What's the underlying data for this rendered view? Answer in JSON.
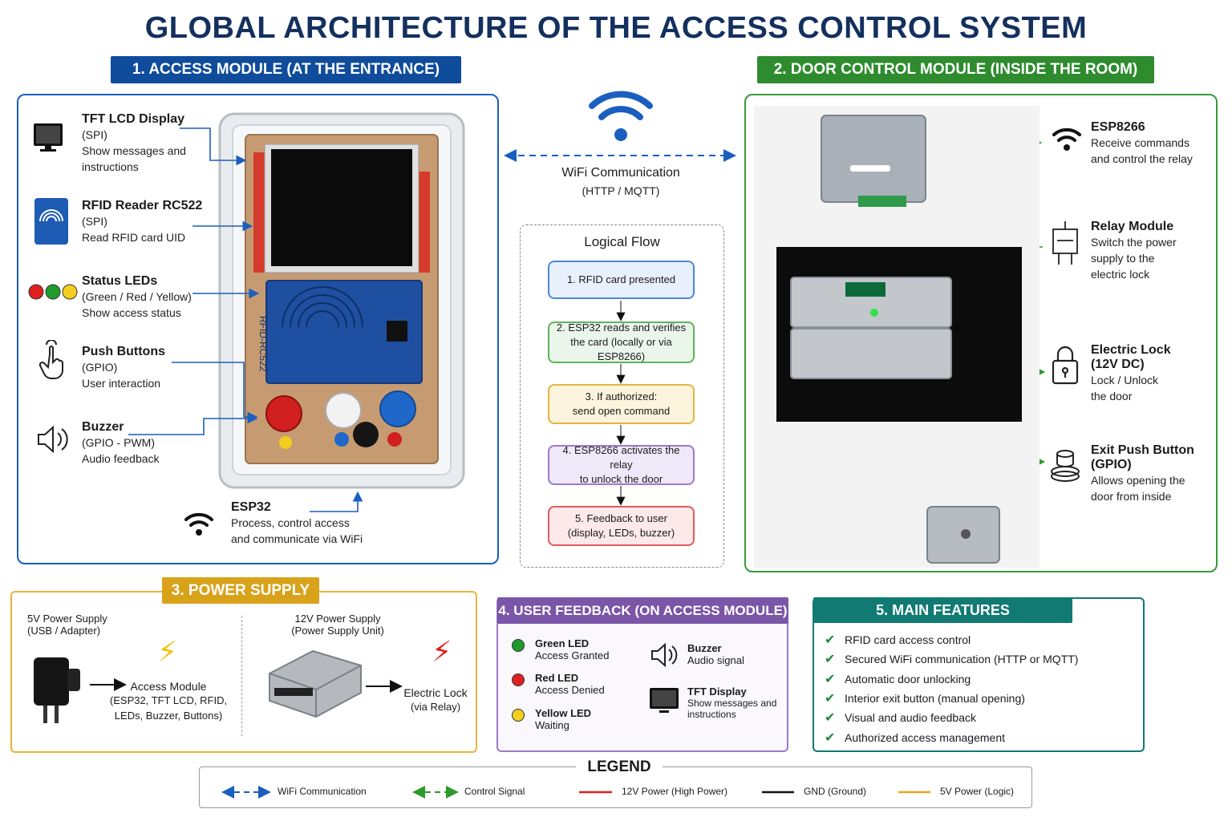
{
  "title": "GLOBAL ARCHITECTURE OF THE ACCESS CONTROL SYSTEM",
  "colors": {
    "blue": "#0f4c9c",
    "green": "#2e8b2e",
    "gold": "#d9a21b",
    "purple": "#7a55a8",
    "teal": "#107a73",
    "navy": "#13305e"
  },
  "access_module": {
    "header": "1. ACCESS MODULE (AT THE ENTRANCE)",
    "components": [
      {
        "icon": "monitor-icon",
        "name": "TFT LCD Display",
        "iface": "(SPI)",
        "desc": "Show messages and",
        "desc2": "instructions"
      },
      {
        "icon": "rfid-card-icon",
        "name": "RFID Reader RC522",
        "iface": "(SPI)",
        "desc": "Read RFID card UID",
        "desc2": ""
      },
      {
        "icon": "status-leds-icon",
        "name": "Status LEDs",
        "iface": "(Green / Red / Yellow)",
        "desc": "Show access status",
        "desc2": ""
      },
      {
        "icon": "push-hand-icon",
        "name": "Push Buttons",
        "iface": "(GPIO)",
        "desc": "User interaction",
        "desc2": ""
      },
      {
        "icon": "speaker-icon",
        "name": "Buzzer",
        "iface": "(GPIO - PWM)",
        "desc": "Audio feedback",
        "desc2": ""
      }
    ],
    "esp32": {
      "name": "ESP32",
      "desc": "Process, control access",
      "desc2": "and communicate via WiFi"
    },
    "rfid_board_label": "RFID-RC522"
  },
  "wifi": {
    "label": "WiFi Communication",
    "sub": "(HTTP / MQTT)"
  },
  "logical_flow": {
    "title": "Logical Flow",
    "steps": [
      {
        "l1": "1. RFID card presented",
        "l2": ""
      },
      {
        "l1": "2. ESP32 reads and verifies",
        "l2": "the card (locally or via ESP8266)"
      },
      {
        "l1": "3. If authorized:",
        "l2": "send open command"
      },
      {
        "l1": "4. ESP8266 activates the relay",
        "l2": "to unlock the door"
      },
      {
        "l1": "5. Feedback to user",
        "l2": "(display, LEDs, buzzer)"
      }
    ]
  },
  "door_module": {
    "header": "2. DOOR CONTROL MODULE (INSIDE THE ROOM)",
    "components": [
      {
        "icon": "wifi-icon",
        "name": "ESP8266",
        "name2": "",
        "desc": "Receive commands",
        "desc2": "and control the relay",
        "desc3": ""
      },
      {
        "icon": "relay-icon",
        "name": "Relay Module",
        "name2": "",
        "desc": "Switch the power",
        "desc2": "supply to the",
        "desc3": "electric lock"
      },
      {
        "icon": "padlock-icon",
        "name": "Electric Lock",
        "name2": "(12V DC)",
        "desc": "Lock / Unlock",
        "desc2": "the door",
        "desc3": ""
      },
      {
        "icon": "exit-button-icon",
        "name": "Exit Push Button",
        "name2": "(GPIO)",
        "desc": "Allows opening the",
        "desc2": "door from inside",
        "desc3": ""
      }
    ]
  },
  "power": {
    "header": "3. POWER SUPPLY",
    "left": {
      "title": "5V Power Supply",
      "sub": "(USB / Adapter)",
      "target": "Access Module",
      "target_desc": "(ESP32, TFT LCD, RFID,",
      "target_desc2": "LEDs, Buzzer, Buttons)"
    },
    "right": {
      "title": "12V Power Supply",
      "sub": "(Power Supply Unit)",
      "target": "Electric Lock",
      "target_desc": "(via Relay)"
    }
  },
  "feedback": {
    "header": "4. USER FEEDBACK (ON ACCESS MODULE)",
    "leds": [
      {
        "color": "#1f9a2c",
        "name": "Green LED",
        "desc": "Access Granted"
      },
      {
        "color": "#e02020",
        "name": "Red LED",
        "desc": "Access Denied"
      },
      {
        "color": "#f2cf1e",
        "name": "Yellow LED",
        "desc": "Waiting"
      }
    ],
    "buzzer": {
      "name": "Buzzer",
      "desc": "Audio signal"
    },
    "tft": {
      "name": "TFT Display",
      "desc": "Show messages and",
      "desc2": "instructions"
    }
  },
  "features": {
    "header": "5. MAIN FEATURES",
    "items": [
      "RFID card access control",
      "Secured WiFi communication (HTTP or MQTT)",
      "Automatic door unlocking",
      "Interior exit button (manual opening)",
      "Visual and audio feedback",
      "Authorized access management"
    ]
  },
  "legend": {
    "title": "LEGEND",
    "items": [
      {
        "label": "WiFi Communication",
        "color": "#1a5fbf"
      },
      {
        "label": "Control Signal",
        "color": "#2e9a2e"
      },
      {
        "label": "12V Power (High Power)",
        "color": "#e02020"
      },
      {
        "label": "GND (Ground)",
        "color": "#111111"
      },
      {
        "label": "5V Power (Logic)",
        "color": "#e5a520"
      }
    ]
  }
}
